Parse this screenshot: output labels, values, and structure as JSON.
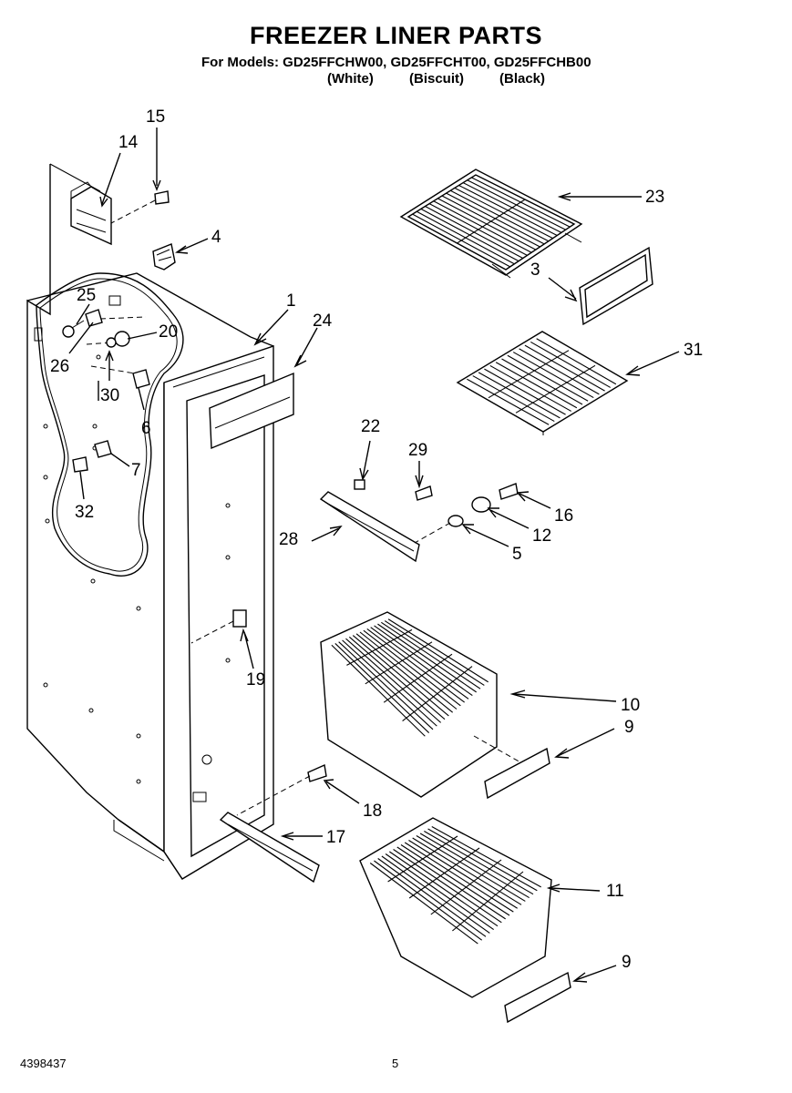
{
  "header": {
    "title": "FREEZER LINER PARTS",
    "models": "For Models: GD25FFCHW00, GD25FFCHT00, GD25FFCHB00",
    "variants": [
      "(White)",
      "(Biscuit)",
      "(Black)"
    ]
  },
  "callouts": [
    "15",
    "14",
    "4",
    "25",
    "1",
    "24",
    "20",
    "26",
    "30",
    "6",
    "7",
    "32",
    "23",
    "3",
    "31",
    "22",
    "29",
    "16",
    "12",
    "5",
    "28",
    "19",
    "10",
    "9",
    "18",
    "17",
    "11",
    "9"
  ],
  "footer": {
    "doc_number": "4398437",
    "page_number": "5"
  }
}
